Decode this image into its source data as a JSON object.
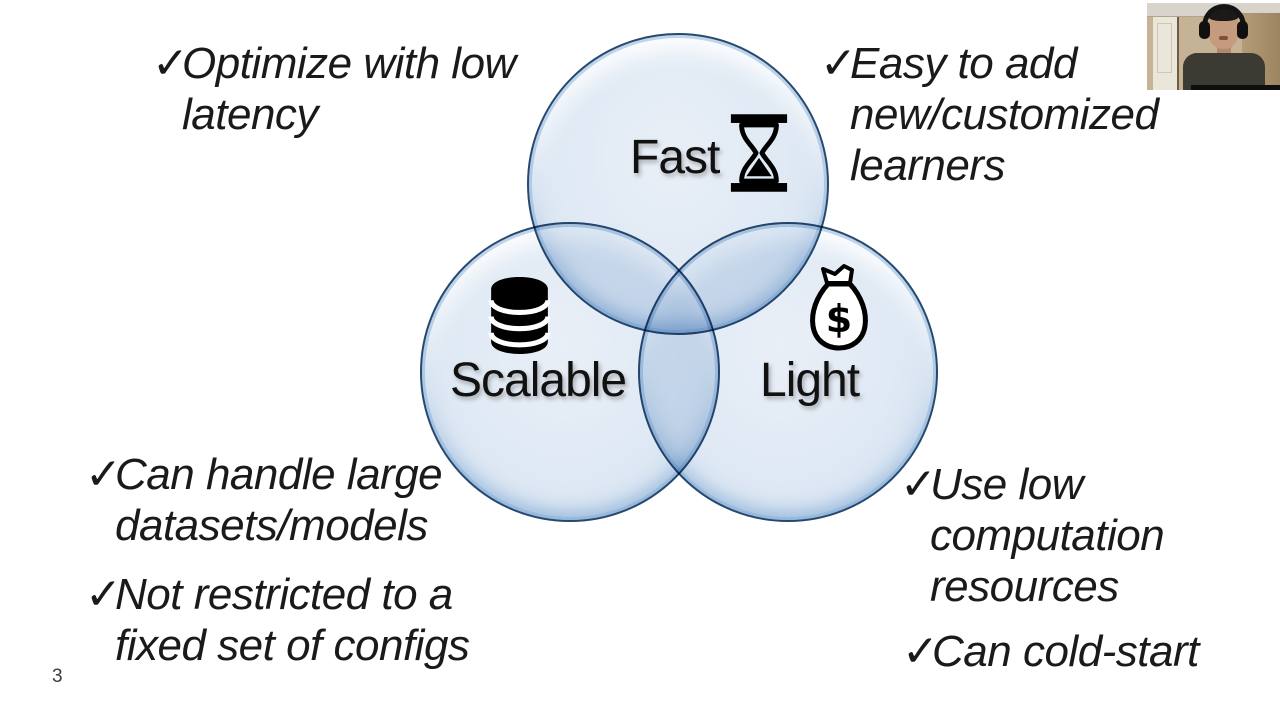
{
  "slide": {
    "page_number": "3",
    "check_glyph": "✓",
    "colors": {
      "background": "#ffffff",
      "circle_fill": "#dfe9f4",
      "circle_overlap": "#c3d5e9",
      "circle_border": "#27496f",
      "text": "#1a1a1a"
    },
    "venn": {
      "circles": [
        {
          "label": "Fast",
          "icon": "hourglass-icon"
        },
        {
          "label": "Scalable",
          "icon": "database-icon"
        },
        {
          "label": "Light",
          "icon": "money-bag-icon"
        }
      ],
      "dollar_glyph": "$"
    },
    "bullets": [
      {
        "id": "optimize-latency",
        "text": "Optimize with low\nlatency"
      },
      {
        "id": "easy-add-learners",
        "text": "Easy to add\nnew/customized\nlearners"
      },
      {
        "id": "handle-large-datasets",
        "text": "Can handle large\ndatasets/models"
      },
      {
        "id": "not-restricted-configs",
        "text": "Not restricted to a\nfixed set of configs"
      },
      {
        "id": "low-computation",
        "text": "Use low\ncomputation\nresources"
      },
      {
        "id": "cold-start",
        "text": "Can cold-start"
      }
    ]
  }
}
